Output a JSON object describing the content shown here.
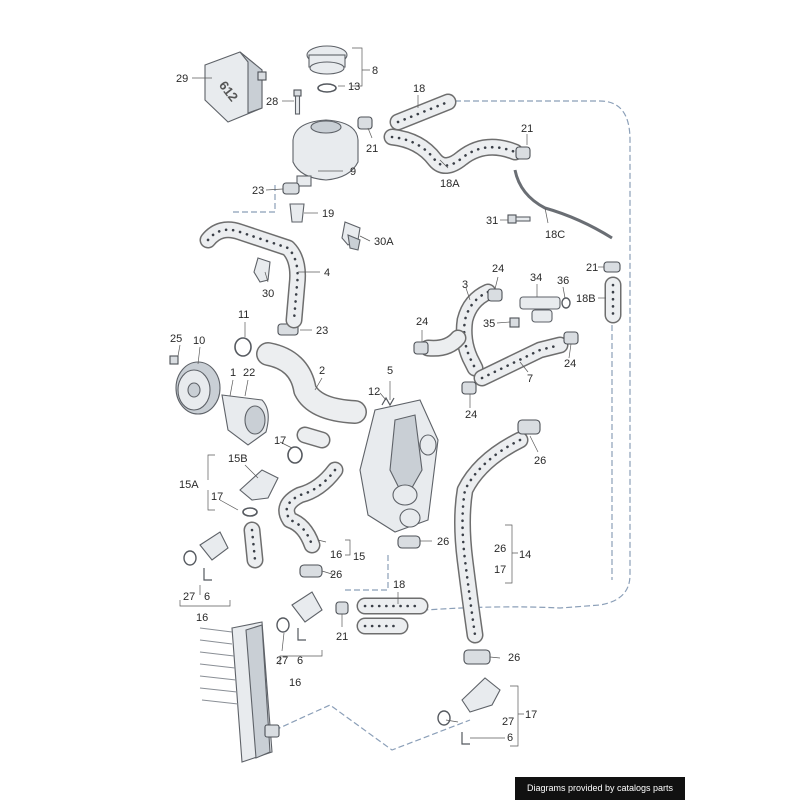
{
  "callouts": {
    "c29": "29",
    "c612": "612",
    "c28": "28",
    "c8": "8",
    "c13": "13",
    "c18_top": "18",
    "c21_a": "21",
    "c21_b": "21",
    "c18A": "18A",
    "c9": "9",
    "c23_a": "23",
    "c19": "19",
    "c31": "31",
    "c18C": "18C",
    "c30A": "30A",
    "c4": "4",
    "c30": "30",
    "c21_c": "21",
    "c18B": "18B",
    "c24_a": "24",
    "c3": "3",
    "c34": "34",
    "c36": "36",
    "c11": "11",
    "c23_b": "23",
    "c35": "35",
    "c24_b": "24",
    "c25": "25",
    "c10": "10",
    "c22": "22",
    "c1": "1",
    "c2": "2",
    "c24_c": "24",
    "c7": "7",
    "c5": "5",
    "c12": "12",
    "c24_d": "24",
    "c17_a": "17",
    "c15B": "15B",
    "c26_a": "26",
    "c15A": "15A",
    "c17_b": "17",
    "c26_b": "26",
    "c16_a": "16",
    "c15": "15",
    "c26_c": "26",
    "c14": "14",
    "c17_c": "17",
    "c26_d": "26",
    "c27_a": "27",
    "c6_a": "6",
    "c16_b": "16",
    "c18_bot": "18",
    "c21_d": "21",
    "c27_b": "27",
    "c6_b": "6",
    "c16_c": "16",
    "c26_e": "26",
    "c17_d": "17",
    "c27_c": "27",
    "c6_c": "6"
  },
  "footer": {
    "credit": "Diagrams provided by catalogs parts"
  }
}
